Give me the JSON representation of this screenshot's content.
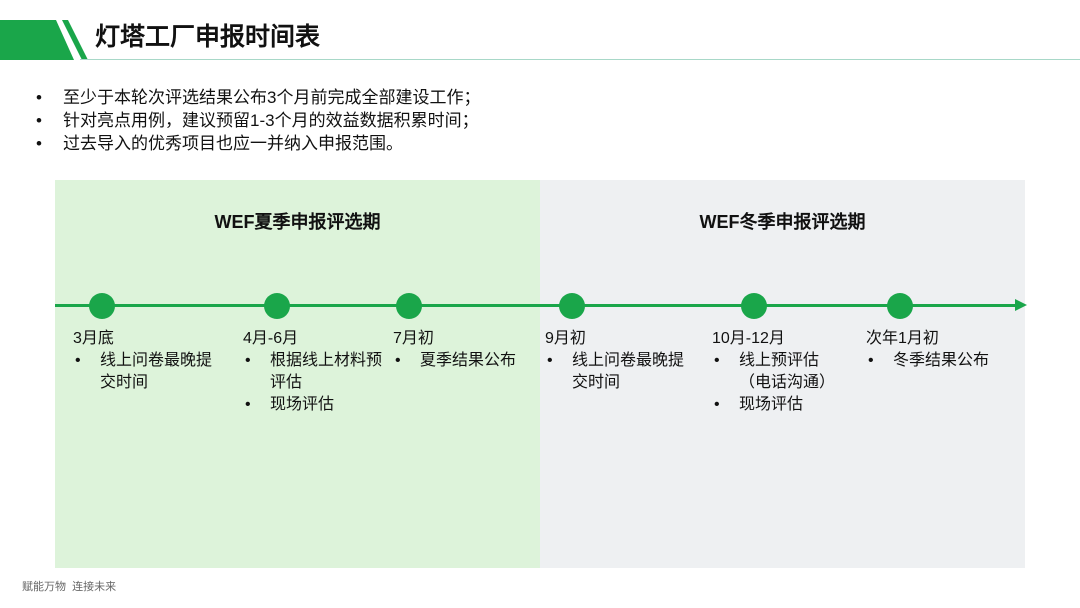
{
  "title": "灯塔工厂申报时间表",
  "bullets": [
    "至少于本轮次评选结果公布3个月前完成全部建设工作；",
    "针对亮点用例，建议预留1-3个月的效益数据积累时间；",
    "过去导入的优秀项目也应一并纳入申报范围。"
  ],
  "panels": {
    "summer": "WEF夏季申报评选期",
    "winter": "WEF冬季申报评选期"
  },
  "milestones": [
    {
      "date": "3月底",
      "items": [
        "线上问卷最晚提交时间"
      ]
    },
    {
      "date": "4月-6月",
      "items": [
        "根据线上材料预评估",
        "现场评估"
      ]
    },
    {
      "date": "7月初",
      "items": [
        "夏季结果公布"
      ]
    },
    {
      "date": "9月初",
      "items": [
        "线上问卷最晚提交时间"
      ]
    },
    {
      "date": "10月-12月",
      "items": [
        "线上预评估（电话沟通）",
        "现场评估"
      ]
    },
    {
      "date": "次年1月初",
      "items": [
        "冬季结果公布"
      ]
    }
  ],
  "footer": "赋能万物  连接未来",
  "colors": {
    "accent": "#1aa64a",
    "summer_bg": "#ddf3da",
    "winter_bg": "#eef0f2"
  }
}
